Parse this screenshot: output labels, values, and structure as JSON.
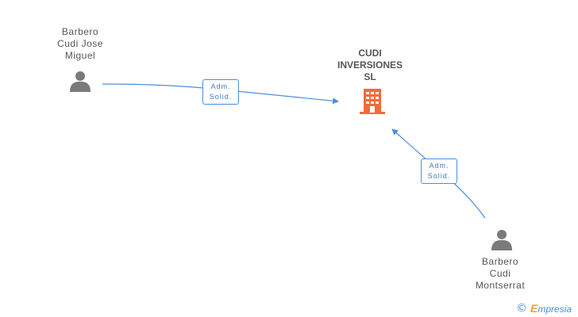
{
  "nodes": {
    "person_top": {
      "lines": [
        "Barbero",
        "Cudi Jose",
        "Miguel"
      ],
      "icon": "person-icon"
    },
    "company": {
      "lines": [
        "CUDI",
        "INVERSIONES",
        "SL"
      ],
      "icon": "building-icon",
      "color": "#f26b3a"
    },
    "person_bottom": {
      "lines": [
        "Barbero",
        "Cudi",
        "Montserrat"
      ],
      "icon": "person-icon"
    }
  },
  "edges": [
    {
      "from": "person_top",
      "to": "company",
      "label_line1": "Adm.",
      "label_line2": "Solid."
    },
    {
      "from": "person_bottom",
      "to": "company",
      "label_line1": "Adm.",
      "label_line2": "Solid."
    }
  ],
  "colors": {
    "edge": "#4a90d9",
    "person": "#7a7a7a",
    "company": "#f26b3a"
  },
  "watermark": {
    "copyright": "©",
    "brand_first": "E",
    "brand_rest": "mpresia"
  }
}
